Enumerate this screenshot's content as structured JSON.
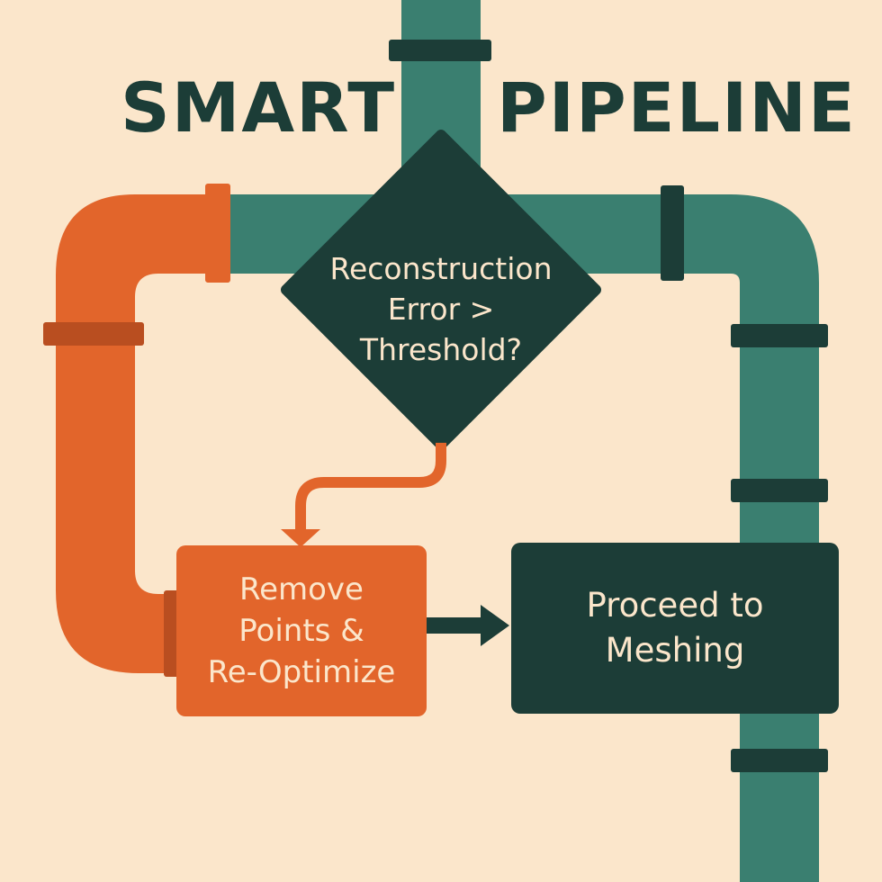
{
  "title": {
    "left": "SMART",
    "right": "PIPELINE"
  },
  "decision": {
    "lines": [
      "Reconstruction",
      "Error >",
      "Threshold?"
    ]
  },
  "remove_step": {
    "lines": [
      "Remove",
      "Points &",
      "Re-Optimize"
    ]
  },
  "proceed_step": {
    "lines": [
      "Proceed to",
      "Meshing"
    ]
  },
  "colors": {
    "background": "#fbe6cb",
    "teal_pipe": "#3a7f70",
    "dark_green": "#1c3d37",
    "orange": "#e2652b",
    "orange_dark": "#b94e20",
    "text_light": "#fbe6cb"
  }
}
